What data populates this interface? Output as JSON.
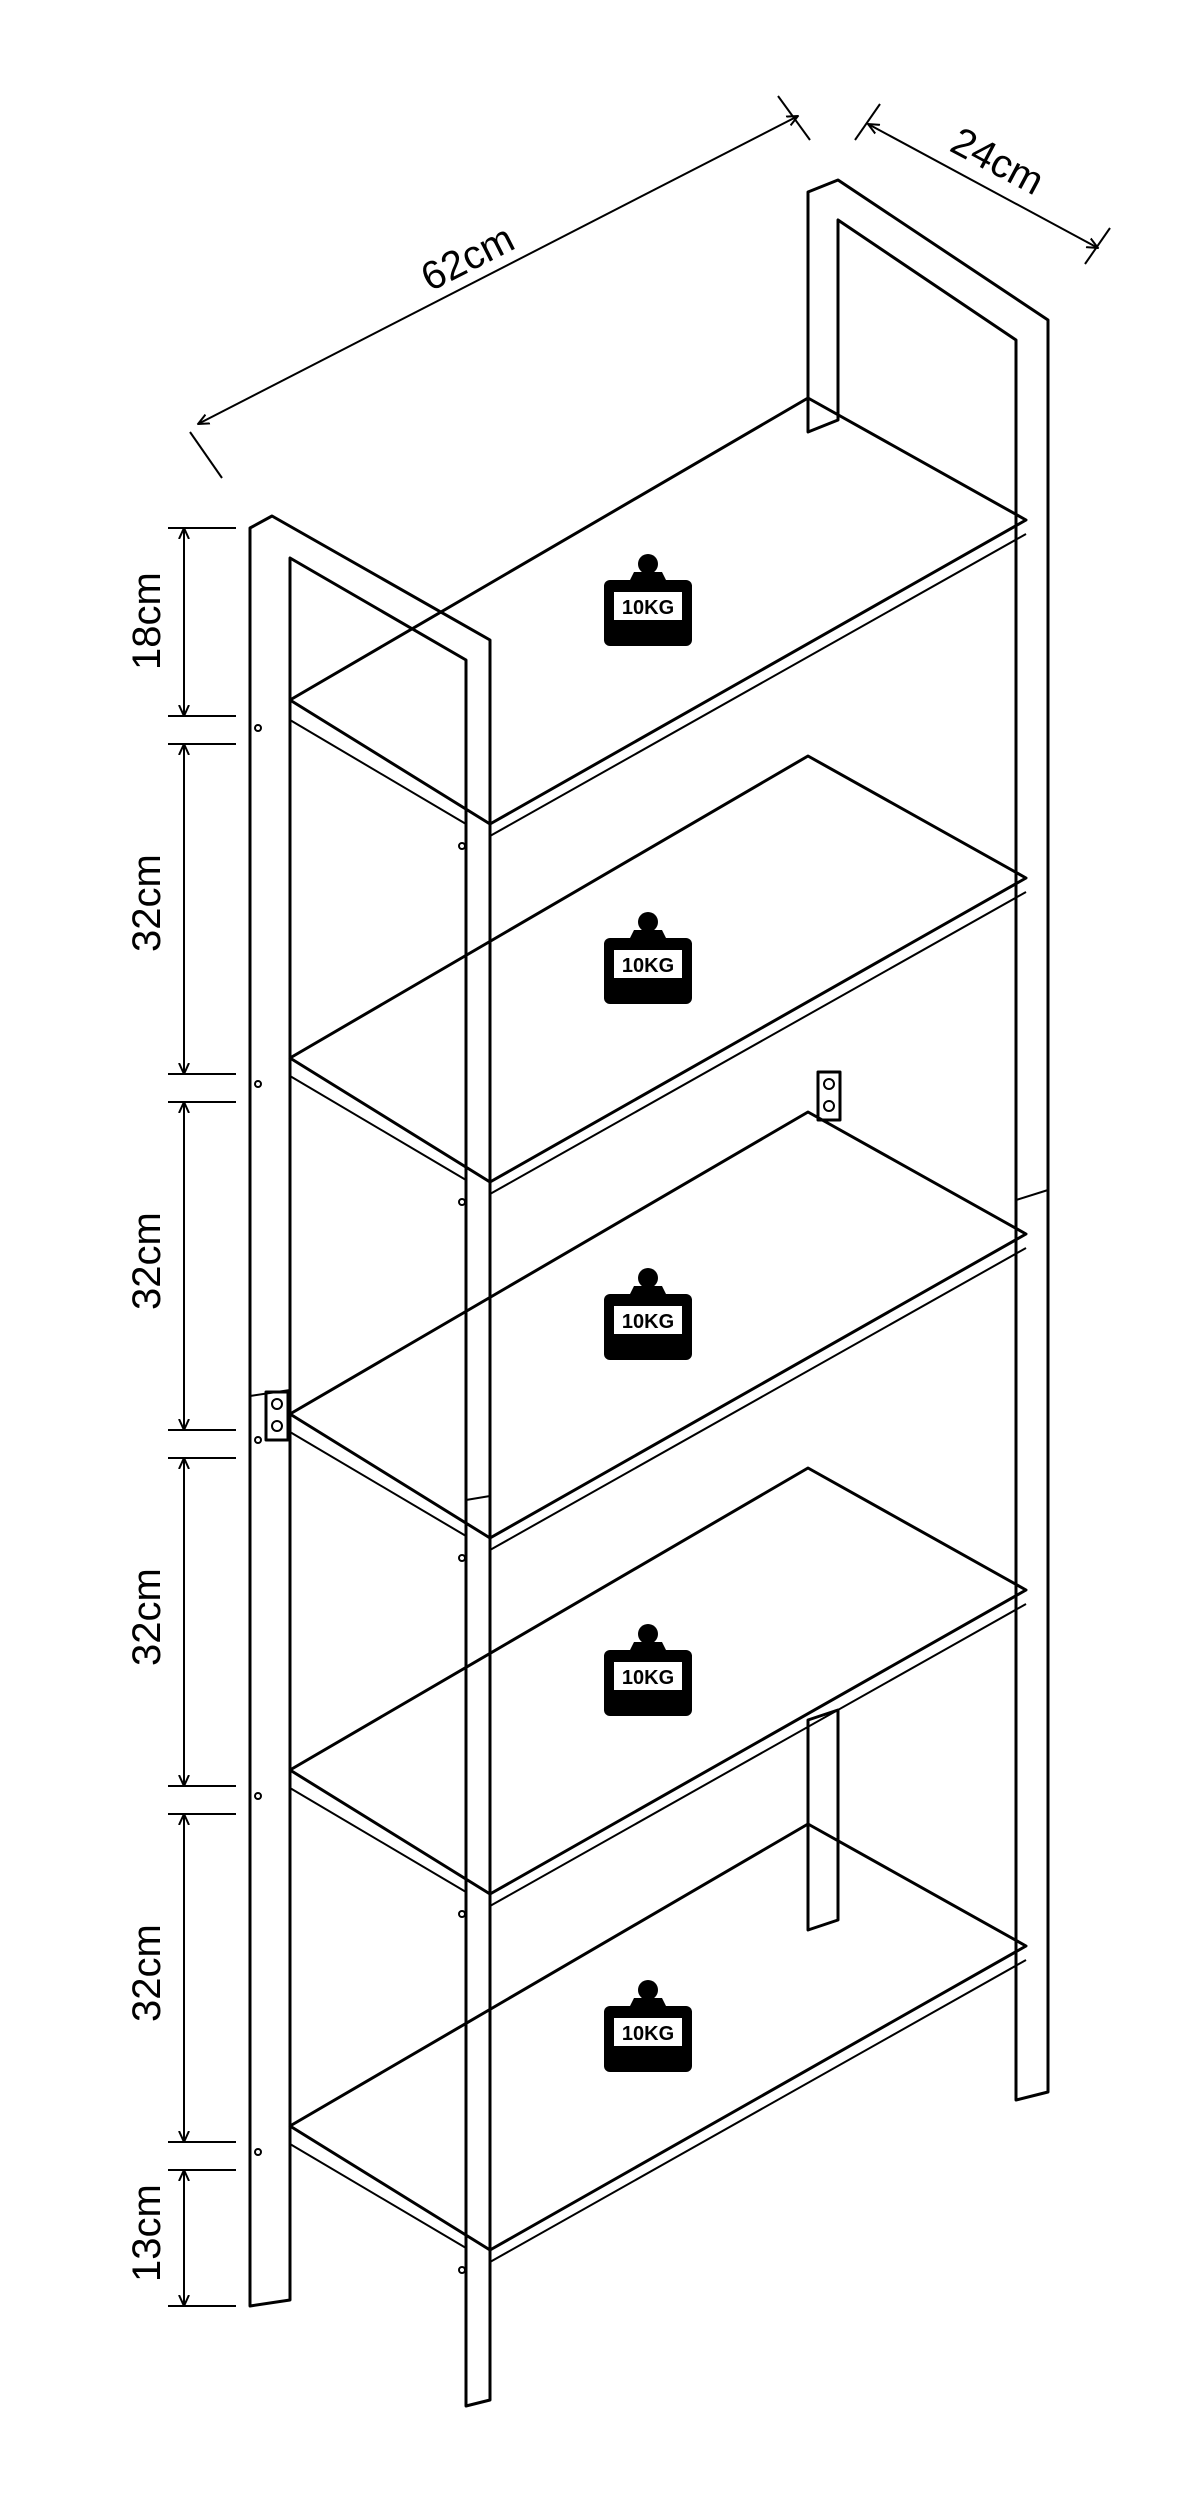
{
  "dimensions": {
    "width": "62cm",
    "depth": "24cm",
    "heights": [
      "18cm",
      "32cm",
      "32cm",
      "32cm",
      "32cm",
      "13cm"
    ]
  },
  "shelf_load": "10KG",
  "colors": {
    "line": "#000000",
    "background": "#ffffff"
  }
}
